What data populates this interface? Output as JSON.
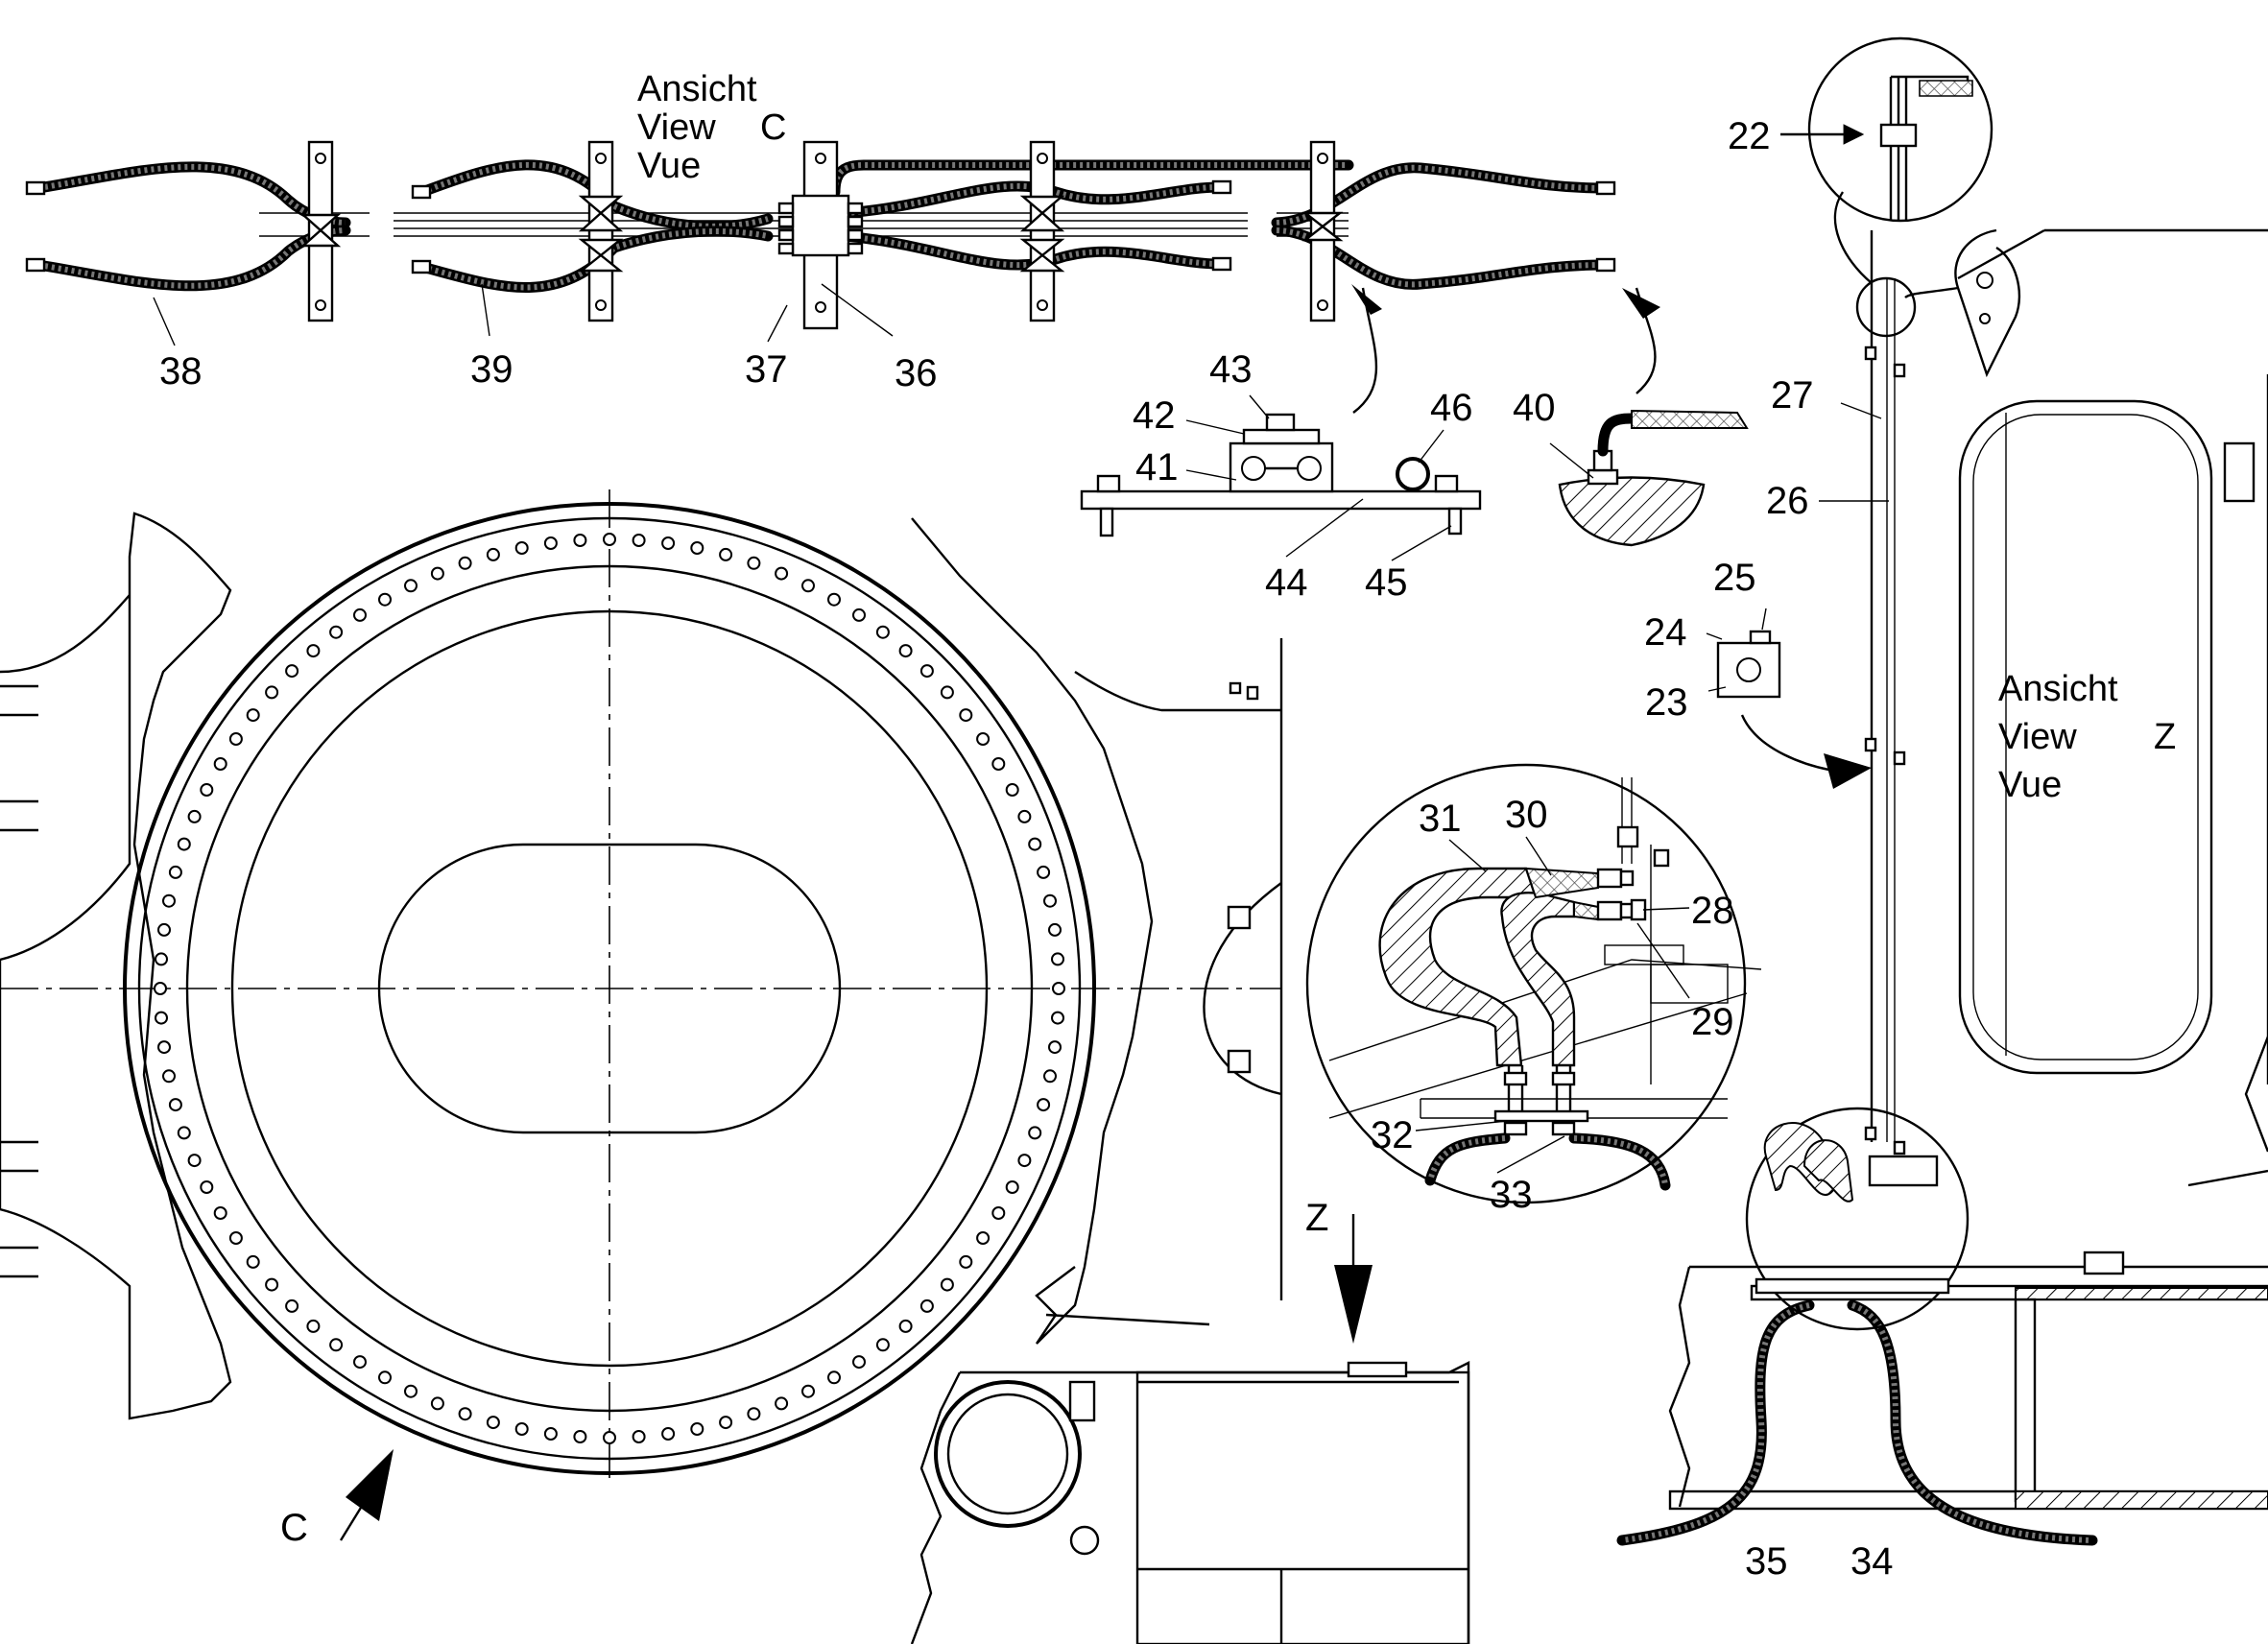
{
  "view_c": {
    "title_de": "Ansicht",
    "title_en": "View",
    "title_fr": "Vue",
    "letter": "C"
  },
  "view_z": {
    "title_de": "Ansicht",
    "title_en": "View",
    "title_fr": "Vue",
    "letter": "Z"
  },
  "arrow_c_label": "C",
  "arrow_z_label": "Z",
  "part_numbers": [
    "22",
    "23",
    "24",
    "25",
    "26",
    "27",
    "28",
    "29",
    "30",
    "31",
    "32",
    "33",
    "34",
    "35",
    "36",
    "37",
    "38",
    "39",
    "40",
    "41",
    "42",
    "43",
    "44",
    "45",
    "46"
  ]
}
